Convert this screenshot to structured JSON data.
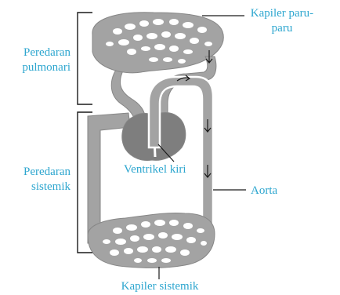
{
  "colors": {
    "label": "#2da6cf",
    "vessel": "#a3a3a3",
    "vessel_edge": "#868686",
    "vessel_dark": "#7e7e7e",
    "net_hole": "#ffffff",
    "bracket": "#1a1a1a"
  },
  "labels": {
    "pulmonary_capillary": [
      "Kapiler paru-",
      "paru"
    ],
    "pulmonary_circulation": [
      "Peredaran",
      "pulmonari"
    ],
    "systemic_circulation": [
      "Peredaran",
      "sistemik"
    ],
    "left_ventricle": "Ventrikel kiri",
    "aorta": "Aorta",
    "systemic_capillary": "Kapiler sistemik"
  }
}
